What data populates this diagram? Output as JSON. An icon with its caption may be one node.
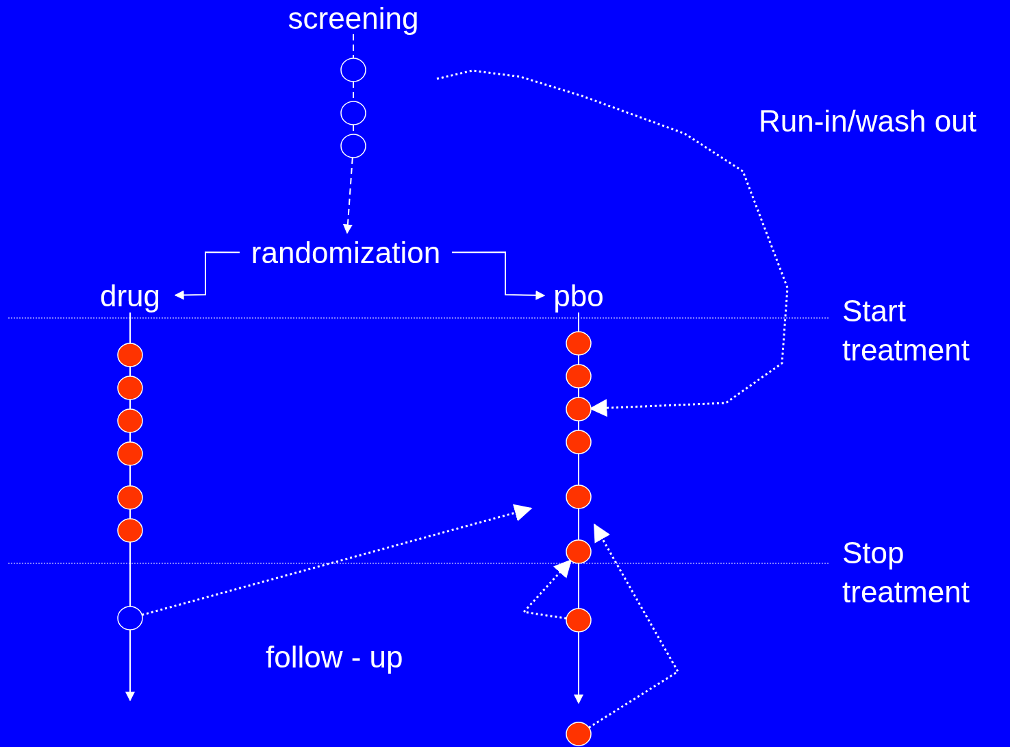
{
  "diagram": {
    "nodes": [
      {
        "text": [
          "screening"
        ]
      },
      {
        "text": [],
        "shape": "circle"
      },
      {
        "text": [],
        "shape": "circle"
      },
      {
        "text": [],
        "shape": "circle"
      },
      {
        "text": [
          "randomization"
        ]
      },
      {
        "text": [
          "drug"
        ]
      },
      {
        "text": [
          "pbo"
        ]
      },
      {
        "text": [],
        "shape": "circle"
      },
      {
        "text": [],
        "shape": "circle"
      },
      {
        "text": [],
        "shape": "circle"
      },
      {
        "text": [],
        "shape": "circle"
      },
      {
        "text": [],
        "shape": "circle"
      },
      {
        "text": [],
        "shape": "circle"
      },
      {
        "text": [],
        "shape": "circle"
      },
      {
        "text": [],
        "shape": "circle"
      },
      {
        "text": [],
        "shape": "circle"
      },
      {
        "text": [],
        "shape": "circle"
      },
      {
        "text": [],
        "shape": "circle"
      },
      {
        "text": [],
        "shape": "circle"
      },
      {
        "text": [],
        "shape": "circle"
      },
      {
        "text": [],
        "shape": "circle"
      },
      {
        "text": [],
        "shape": "circle"
      }
    ],
    "edges": [
      {
        "from": 0,
        "to": 1,
        "arrow": "none",
        "style": "dashed"
      },
      {
        "from": 1,
        "to": 2,
        "arrow": "none",
        "style": "dashed"
      },
      {
        "from": 2,
        "to": 3,
        "arrow": "none",
        "style": "dashed"
      },
      {
        "from": 3,
        "to": 4,
        "arrow": "to",
        "style": "dashed"
      },
      {
        "from": 4,
        "to": 5,
        "arrow": "to"
      },
      {
        "from": 4,
        "to": 6,
        "arrow": "to"
      },
      {
        "from": 5,
        "to": 7,
        "arrow": "none"
      },
      {
        "from": 7,
        "to": 8,
        "arrow": "none"
      },
      {
        "from": 8,
        "to": 9,
        "arrow": "none"
      },
      {
        "from": 9,
        "to": 10,
        "arrow": "none"
      },
      {
        "from": 10,
        "to": 11,
        "arrow": "none"
      },
      {
        "from": 11,
        "to": 12,
        "arrow": "none"
      },
      {
        "from": 12,
        "to": 13,
        "arrow": "none"
      },
      {
        "from": 13,
        "to": null,
        "arrow": "to"
      },
      {
        "from": 6,
        "to": 14,
        "arrow": "none"
      },
      {
        "from": 14,
        "to": 15,
        "arrow": "none"
      },
      {
        "from": 15,
        "to": 16,
        "arrow": "none"
      },
      {
        "from": 16,
        "to": 17,
        "arrow": "none"
      },
      {
        "from": 17,
        "to": 18,
        "arrow": "none"
      },
      {
        "from": 18,
        "to": 19,
        "arrow": "none"
      },
      {
        "from": 19,
        "to": 20,
        "arrow": "none"
      },
      {
        "from": 20,
        "to": 21,
        "arrow": "to"
      },
      {
        "from": null,
        "to": 16,
        "arrow": "to",
        "style": "dashed"
      },
      {
        "from": 13,
        "to": null,
        "arrow": "to",
        "style": "dashed"
      },
      {
        "from": 20,
        "to": 19,
        "arrow": "to",
        "style": "dashed"
      },
      {
        "from": 21,
        "to": 18,
        "arrow": "to",
        "style": "dashed"
      }
    ],
    "labels": [
      "Run-in/wash out",
      "Start treatment",
      "Stop treatment",
      "follow - up"
    ]
  }
}
